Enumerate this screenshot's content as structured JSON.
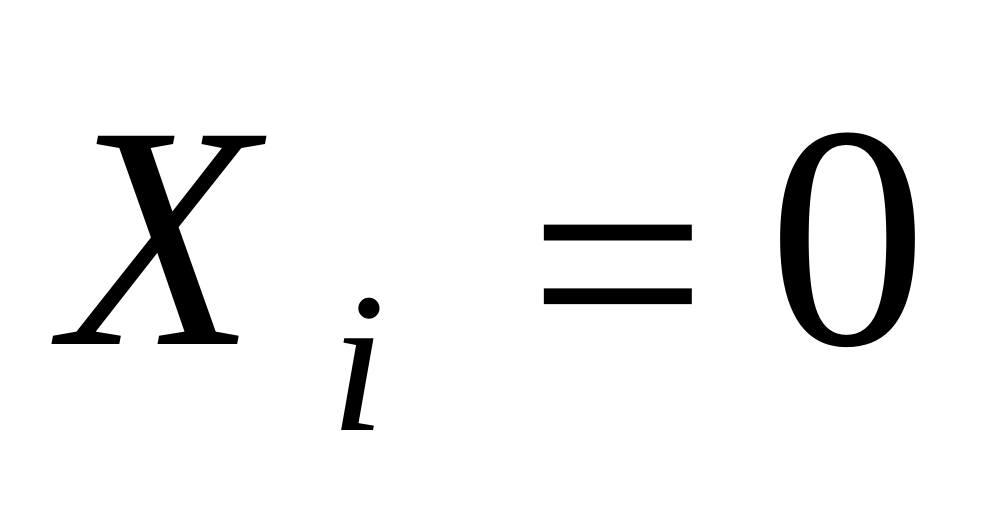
{
  "formula": {
    "variable": "X",
    "subscript": "i",
    "operator": "=",
    "value": "0"
  }
}
